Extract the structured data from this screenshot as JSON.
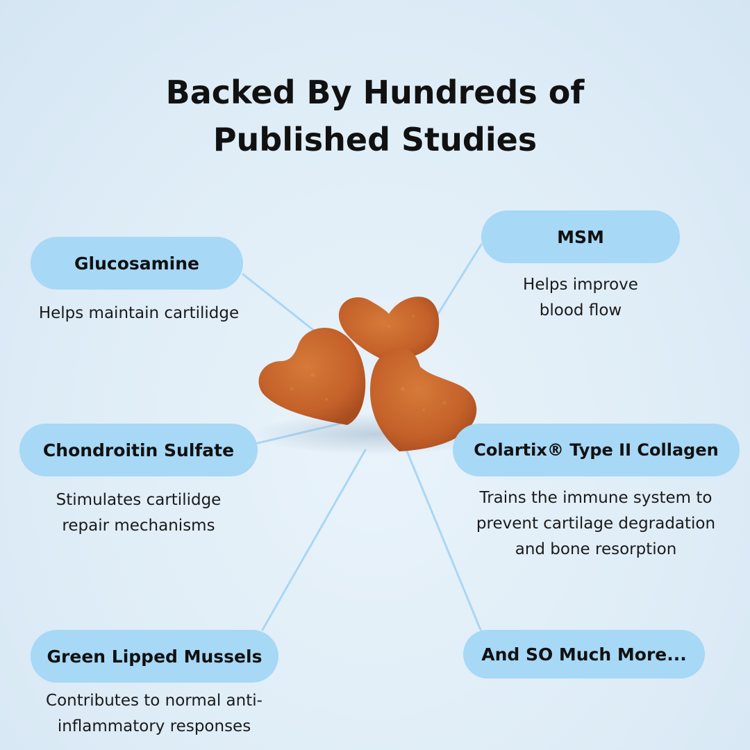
{
  "title": {
    "line1": "Backed By Hundreds of",
    "line2": "Published Studies"
  },
  "ingredients": [
    {
      "name": "Glucosamine",
      "description_lines": [
        "Helps maintain cartilidge"
      ]
    },
    {
      "name": "MSM",
      "description_lines": [
        "Helps improve",
        "blood flow"
      ]
    },
    {
      "name": "Chondroitin Sulfate",
      "description_lines": [
        "Stimulates cartilidge",
        "repair mechanisms"
      ]
    },
    {
      "name": "Colartix® Type II Collagen",
      "description_lines": [
        "Trains the immune system to",
        "prevent cartilage degradation",
        "and bone resorption"
      ]
    },
    {
      "name": "Green Lipped Mussels",
      "description_lines": [
        "Contributes to normal anti-",
        "inflammatory responses"
      ]
    },
    {
      "name": "And SO Much More..."
    }
  ],
  "colors": {
    "pill_background": "#a7d8f6",
    "connector_line": "#a9d6f5",
    "chew_fill": "#c9682a",
    "page_background": "#dfedf7"
  }
}
